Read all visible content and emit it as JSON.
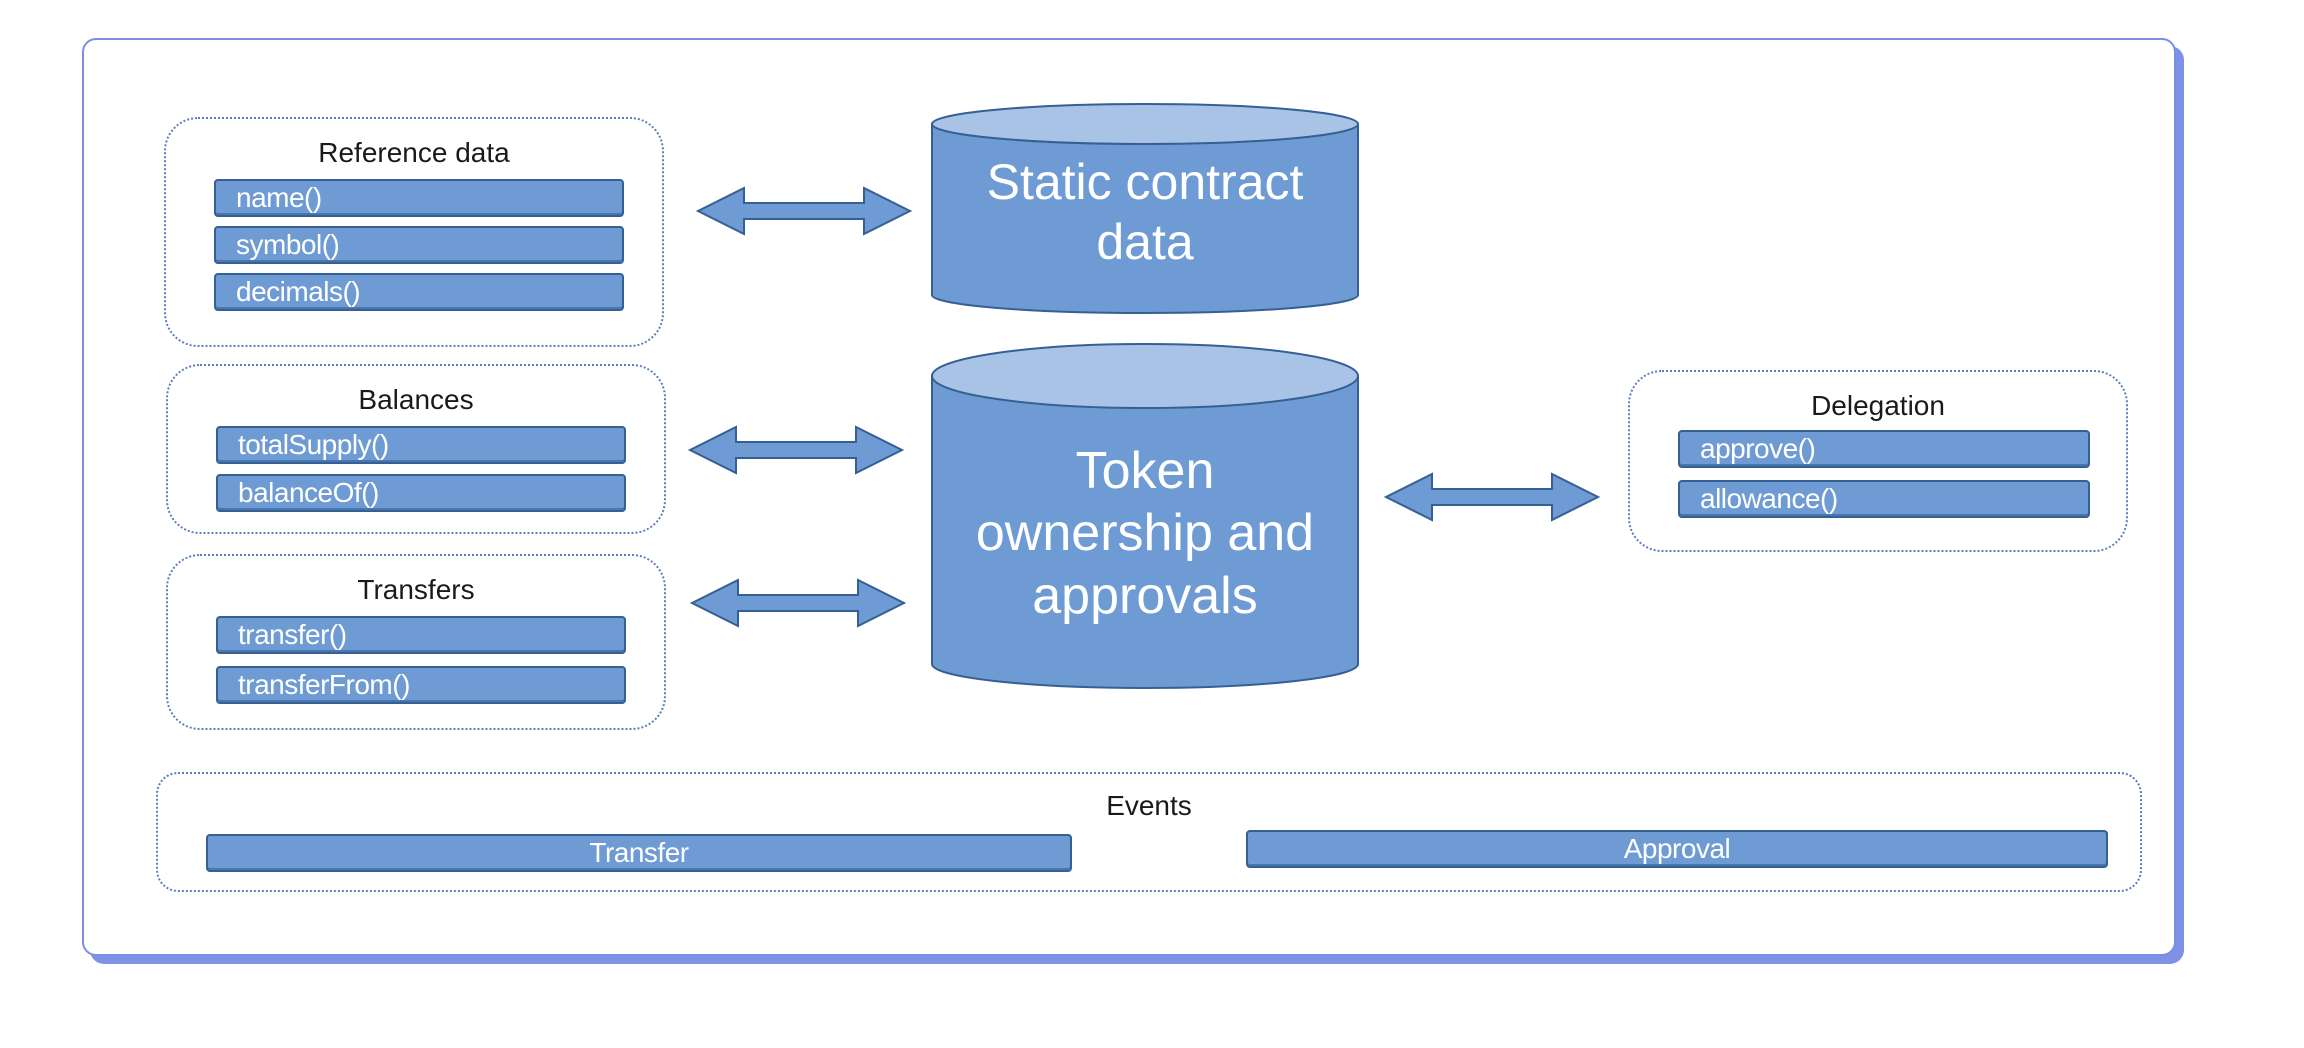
{
  "groups": {
    "reference": {
      "title": "Reference data",
      "items": [
        "name()",
        "symbol()",
        "decimals()"
      ]
    },
    "balances": {
      "title": "Balances",
      "items": [
        "totalSupply()",
        "balanceOf()"
      ]
    },
    "transfers": {
      "title": "Transfers",
      "items": [
        "transfer()",
        "transferFrom()"
      ]
    },
    "delegation": {
      "title": "Delegation",
      "items": [
        "approve()",
        "allowance()"
      ]
    },
    "events": {
      "title": "Events",
      "items": [
        "Transfer",
        "Approval"
      ]
    }
  },
  "stores": {
    "static": {
      "label_line1": "Static contract",
      "label_line2": "data"
    },
    "token": {
      "label_line1": "Token",
      "label_line2": "ownership and",
      "label_line3": "approvals"
    }
  },
  "colors": {
    "box_fill": "#6e9bd4",
    "box_border": "#365f94",
    "cylinder_top": "#a9c3e6",
    "frame_border": "#7a8fe0"
  }
}
